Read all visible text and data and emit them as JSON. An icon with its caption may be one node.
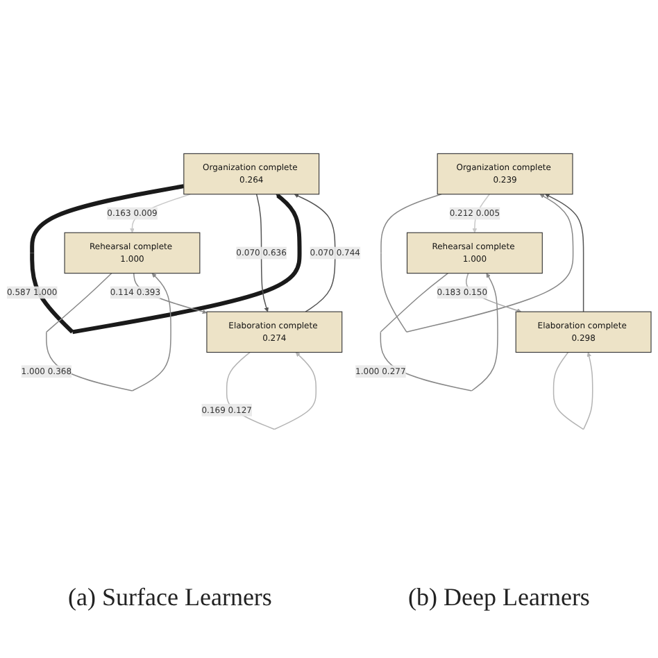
{
  "diagram": {
    "nodes": [
      {
        "text": [
          "Organization complete 0.264"
        ]
      },
      {
        "text": [
          "Rehearsal complete 1.000"
        ]
      },
      {
        "text": [
          "Elaboration complete 0.274"
        ]
      },
      {
        "text": [
          "Organization complete 0.239"
        ]
      },
      {
        "text": [
          "Rehearsal complete 1.000"
        ]
      },
      {
        "text": [
          "Elaboration complete 0.298"
        ]
      }
    ],
    "edges": [
      {
        "from": 0,
        "to": 0,
        "arrow": "to",
        "label": "0.587 1.000",
        "style": "thick",
        "color": "#1a1a1a"
      },
      {
        "from": 0,
        "to": 1,
        "arrow": "to",
        "label": "0.163 0.009",
        "color": "#c8c8c8"
      },
      {
        "from": 1,
        "to": 1,
        "arrow": "to",
        "label": "1.000 0.368"
      },
      {
        "from": 0,
        "to": 2,
        "arrow": "to",
        "label": "0.070 0.636",
        "color": "#555555"
      },
      {
        "from": 2,
        "to": 0,
        "arrow": "to",
        "label": "0.070 0.744",
        "color": "#555555"
      },
      {
        "from": 1,
        "to": 2,
        "arrow": "to",
        "label": "0.114 0.393"
      },
      {
        "from": 2,
        "to": 2,
        "arrow": "to",
        "label": "0.169 0.127",
        "color": "#b4b4b4"
      },
      {
        "from": 3,
        "to": 3,
        "arrow": "to"
      },
      {
        "from": 3,
        "to": 4,
        "arrow": "to",
        "label": "0.212 0.005",
        "color": "#c8c8c8"
      },
      {
        "from": 4,
        "to": 4,
        "arrow": "to",
        "label": "1.000 0.277"
      },
      {
        "from": 4,
        "to": 5,
        "arrow": "to",
        "label": "0.183 0.150",
        "color": "#a0a0a0"
      },
      {
        "from": 5,
        "to": 3,
        "arrow": "to",
        "color": "#555555"
      },
      {
        "from": 5,
        "to": 5,
        "arrow": "to",
        "color": "#b4b4b4"
      }
    ],
    "labels": [
      "(a) Surface Learners",
      "(b) Deep Learners"
    ]
  }
}
